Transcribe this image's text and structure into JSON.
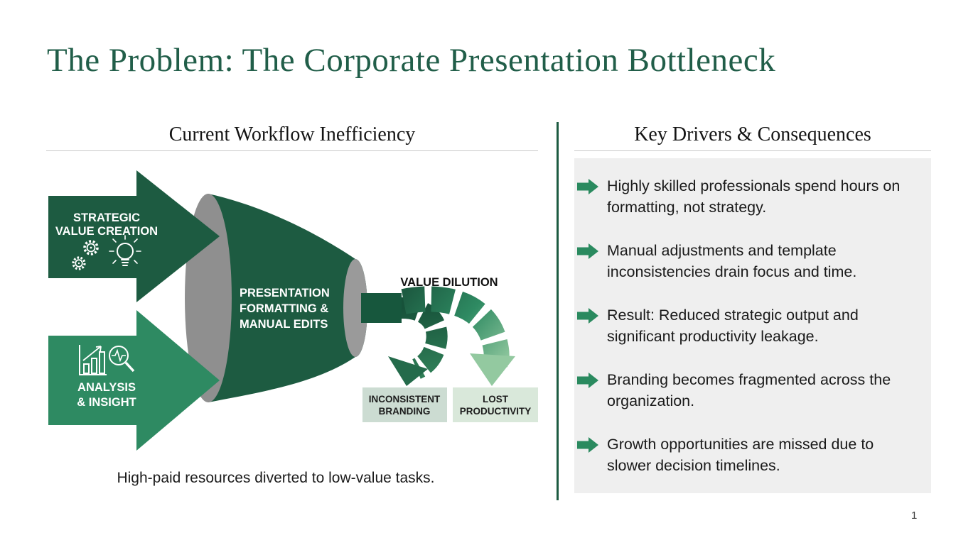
{
  "slide": {
    "title": "The Problem: The Corporate Presentation Bottleneck",
    "page_number": "1",
    "colors": {
      "accent_dark": "#1d5b41",
      "accent_medium": "#2e8a62",
      "accent_light": "#93c9a0",
      "funnel_gray": "#8f8f8f",
      "panel_bg": "#efefef",
      "box_branding_bg": "#ccdcd2",
      "box_productivity_bg": "#d9e8da"
    }
  },
  "left_section": {
    "header": "Current Workflow Inefficiency",
    "caption": "High-paid resources diverted to low-value tasks.",
    "diagram": {
      "input_arrow_1": {
        "line1": "STRATEGIC",
        "line2": "VALUE CREATION",
        "icons": [
          "gears-icon",
          "lightbulb-icon"
        ]
      },
      "input_arrow_2": {
        "line1": "ANALYSIS",
        "line2": "& INSIGHT",
        "icons": [
          "bar-chart-icon",
          "magnifier-pulse-icon"
        ]
      },
      "funnel": {
        "line1": "PRESENTATION",
        "line2": "FORMATTING &",
        "line3": "MANUAL EDITS"
      },
      "output_label": "VALUE DILUTION",
      "outcome_boxes": [
        {
          "line1": "INCONSISTENT",
          "line2": "BRANDING"
        },
        {
          "line1": "LOST",
          "line2": "PRODUCTIVITY"
        }
      ]
    }
  },
  "right_section": {
    "header": "Key Drivers & Consequences",
    "bullets": [
      {
        "text": "Highly skilled professionals spend hours on formatting, not strategy."
      },
      {
        "text": "Manual adjustments and template inconsistencies drain focus and time."
      },
      {
        "text": "Result: Reduced strategic output and significant productivity leakage."
      },
      {
        "text": "Branding becomes fragmented across the organization."
      },
      {
        "text": "Growth opportunities are missed due to slower decision timelines."
      }
    ]
  }
}
